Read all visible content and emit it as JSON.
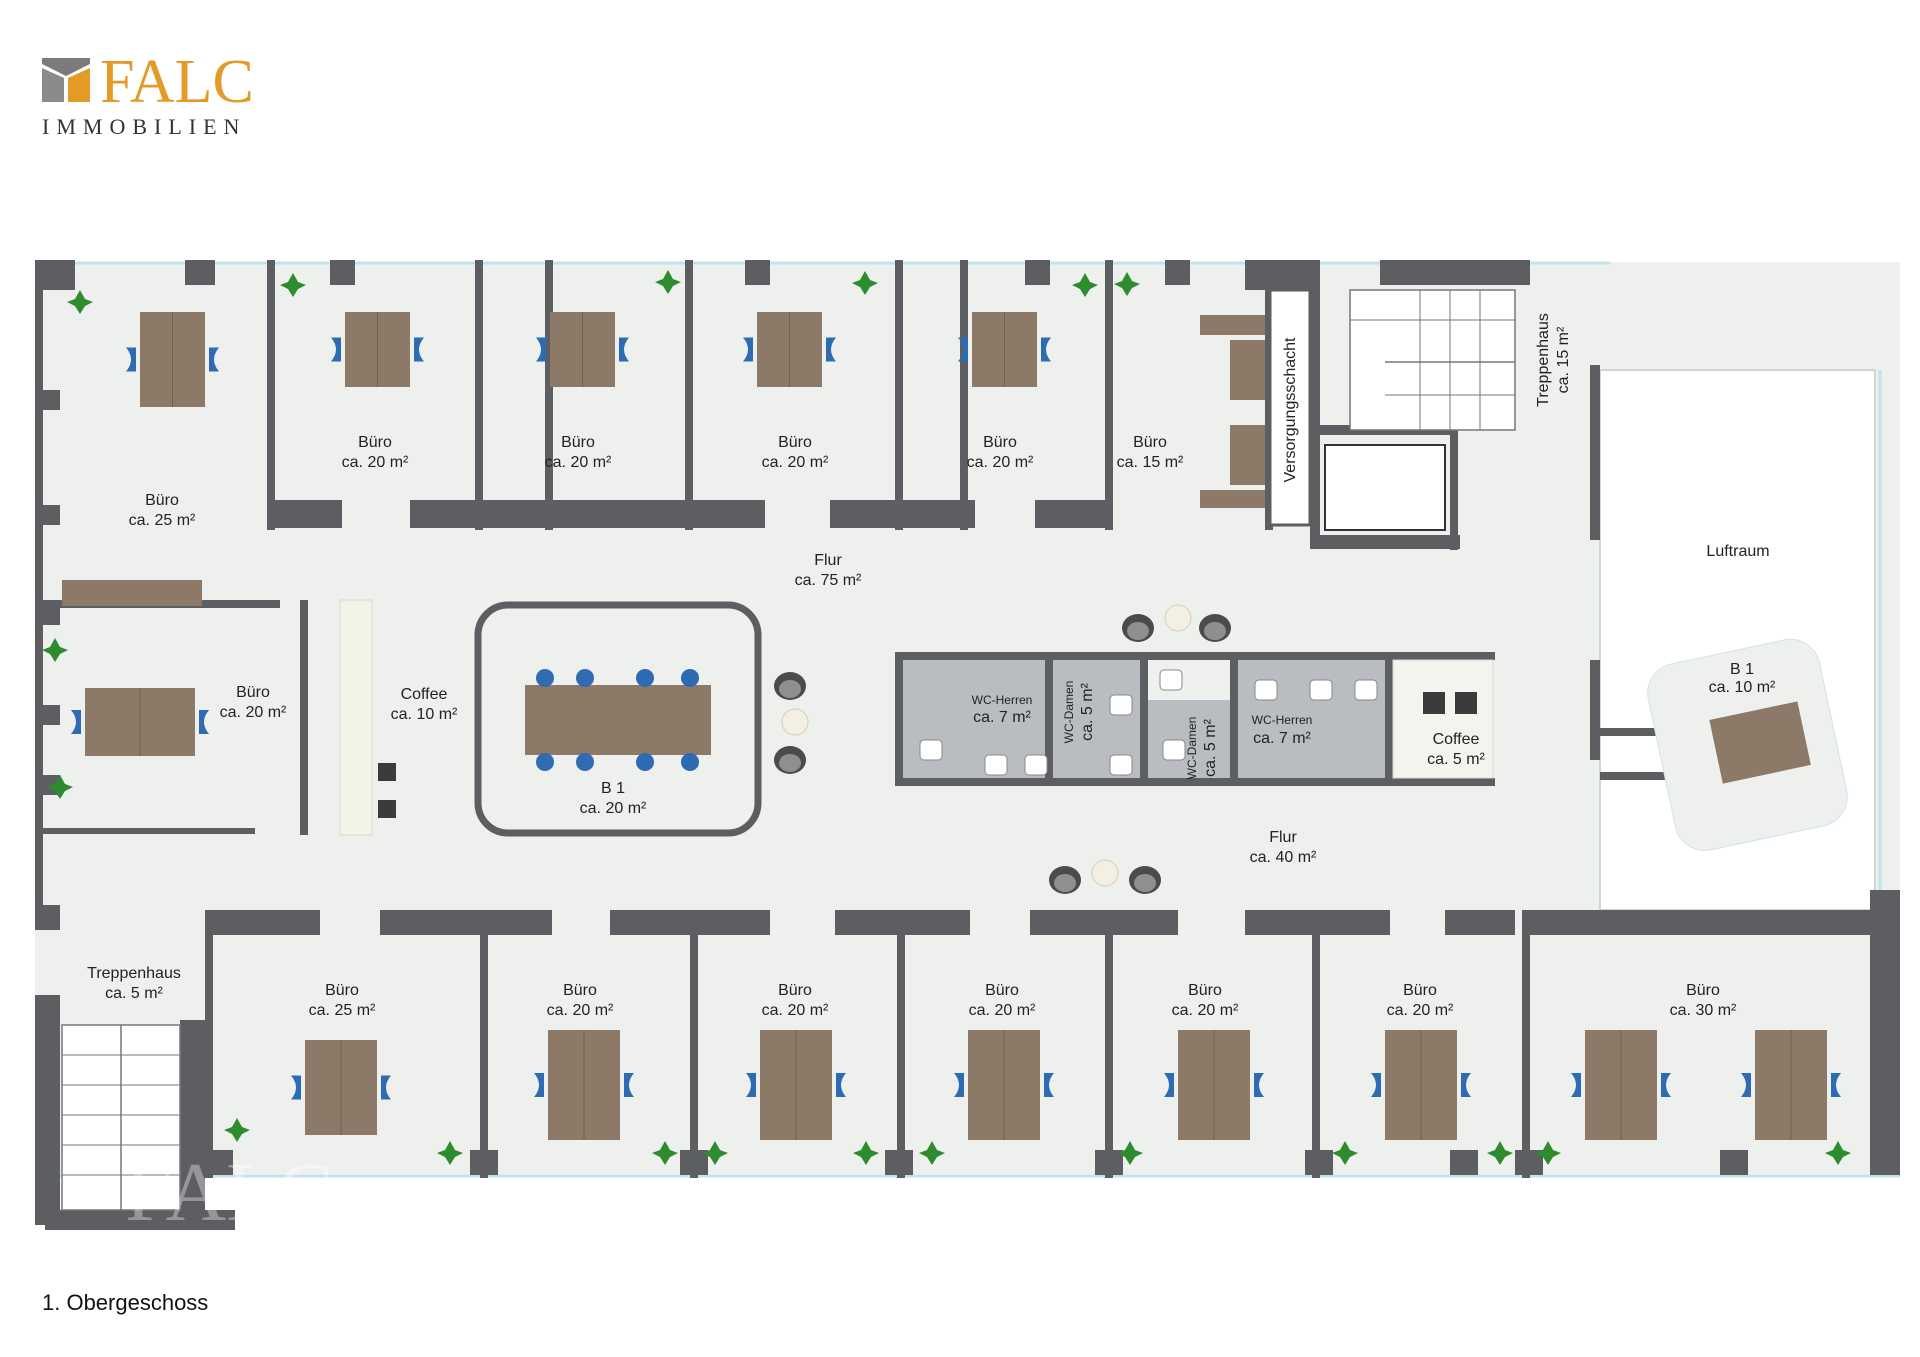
{
  "brand": {
    "name": "FALC",
    "tagline": "IMMOBILIEN",
    "watermark": "FALC",
    "colors": {
      "orange": "#E39A27",
      "gray": "#7B7B7B"
    }
  },
  "floor_label": "1. Obergeschoss",
  "colors": {
    "wall": "#5d5e62",
    "floor": "#eef0ee",
    "wc_floor": "#b9bcc0",
    "desk": "#8c7967",
    "chair": "#2f6bb3",
    "plant": "#2e8b2e",
    "stair": "#ffffff",
    "luftraum": "#ffffff"
  },
  "rooms": {
    "buero_tl": {
      "name": "Büro",
      "area": "ca. 25 m²"
    },
    "buero_t1": {
      "name": "Büro",
      "area": "ca. 20 m²"
    },
    "buero_t2": {
      "name": "Büro",
      "area": "ca. 20 m²"
    },
    "buero_t3": {
      "name": "Büro",
      "area": "ca. 20 m²"
    },
    "buero_t4": {
      "name": "Büro",
      "area": "ca. 20 m²"
    },
    "buero_t5": {
      "name": "Büro",
      "area": "ca. 15 m²"
    },
    "versorgung": {
      "name": "Versorgungsschacht"
    },
    "treppen_tr": {
      "name": "Treppenhaus",
      "area": "ca. 15 m²"
    },
    "luftraum": {
      "name": "Luftraum"
    },
    "flur_top": {
      "name": "Flur",
      "area": "ca. 75 m²"
    },
    "buero_ml": {
      "name": "Büro",
      "area": "ca. 20 m²"
    },
    "coffee_l": {
      "name": "Coffee",
      "area": "ca. 10 m²"
    },
    "b1_center": {
      "name": "B 1",
      "area": "ca. 20 m²"
    },
    "wc_h1": {
      "name": "WC-Herren",
      "area": "ca. 7 m²"
    },
    "wc_d1": {
      "name": "WC-Damen",
      "area": "ca. 5 m²"
    },
    "wc_d2": {
      "name": "WC-Damen",
      "area": "ca. 5 m²"
    },
    "wc_h2": {
      "name": "WC-Herren",
      "area": "ca. 7 m²"
    },
    "coffee_r": {
      "name": "Coffee",
      "area": "ca. 5 m²"
    },
    "b1_right": {
      "name": "B 1",
      "area": "ca. 10 m²"
    },
    "flur_bot": {
      "name": "Flur",
      "area": "ca. 40 m²"
    },
    "treppen_bl": {
      "name": "Treppenhaus",
      "area": "ca. 5 m²"
    },
    "buero_b1": {
      "name": "Büro",
      "area": "ca. 25 m²"
    },
    "buero_b2": {
      "name": "Büro",
      "area": "ca. 20 m²"
    },
    "buero_b3": {
      "name": "Büro",
      "area": "ca. 20 m²"
    },
    "buero_b4": {
      "name": "Büro",
      "area": "ca. 20 m²"
    },
    "buero_b5": {
      "name": "Büro",
      "area": "ca. 20 m²"
    },
    "buero_b6": {
      "name": "Büro",
      "area": "ca. 20 m²"
    },
    "buero_b7": {
      "name": "Büro",
      "area": "ca. 30 m²"
    }
  }
}
